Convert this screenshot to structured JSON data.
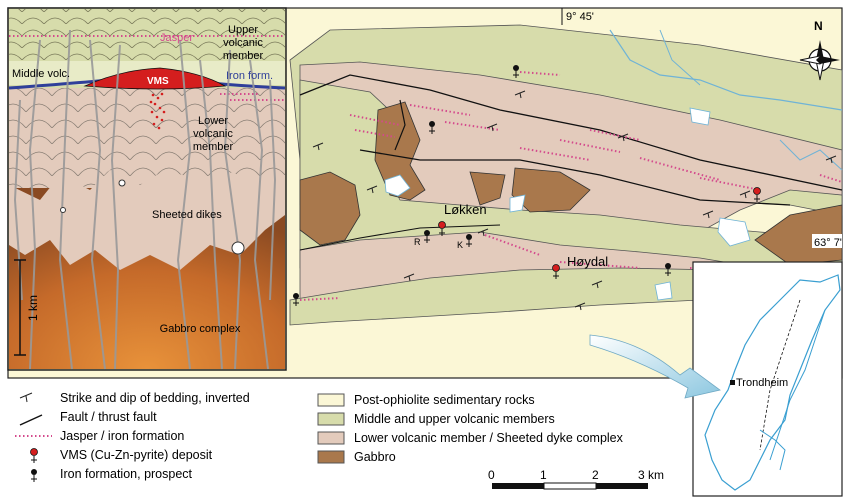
{
  "map": {
    "coords": {
      "lon_label": "9° 45'",
      "lat_label": "63° 7'"
    },
    "north": "N",
    "places": {
      "lokken": "Løkken",
      "hoydal": "Høydal",
      "r": "R",
      "k": "K",
      "trondheim": "Trondheim"
    },
    "colors": {
      "sedimentary": "#fbf7d6",
      "volcanic_upper_middle": "#d7dcab",
      "lower_volcanic": "#e3cbbc",
      "gabbro": "#a9784c",
      "jasper": "#d44a8c",
      "vms_red": "#d41e1e",
      "water": "#ffffff",
      "river": "#6fb3d6"
    }
  },
  "section": {
    "labels": {
      "jasper": "Jasper",
      "upper_volcanic": [
        "Upper",
        "volcanic",
        "member"
      ],
      "middle_volc": "Middle volc.",
      "vms": "VMS",
      "iron_form": "Iron form.",
      "lower_volcanic": [
        "Lower",
        "volcanic",
        "member"
      ],
      "sheeted_dikes": "Sheeted dikes",
      "gabbro_complex": "Gabbro complex",
      "scale": "1 km"
    }
  },
  "legend": {
    "left": [
      {
        "symbol": "strike-dip",
        "label": "Strike and dip of bedding, inverted"
      },
      {
        "symbol": "fault",
        "label": "Fault / thrust fault"
      },
      {
        "symbol": "jasper",
        "label": "Jasper / iron formation"
      },
      {
        "symbol": "vms",
        "label": "VMS (Cu-Zn-pyrite) deposit"
      },
      {
        "symbol": "iron",
        "label": "Iron formation, prospect"
      }
    ],
    "right": [
      {
        "color": "#fbf7d6",
        "label": "Post-ophiolite sedimentary rocks"
      },
      {
        "color": "#d7dcab",
        "label": "Middle and upper volcanic members"
      },
      {
        "color": "#e3cbbc",
        "label": "Lower volcanic member / Sheeted dyke complex"
      },
      {
        "color": "#a9784c",
        "label": "Gabbro"
      }
    ]
  },
  "scale_bar": {
    "ticks": [
      "0",
      "1",
      "2",
      "3 km"
    ]
  }
}
